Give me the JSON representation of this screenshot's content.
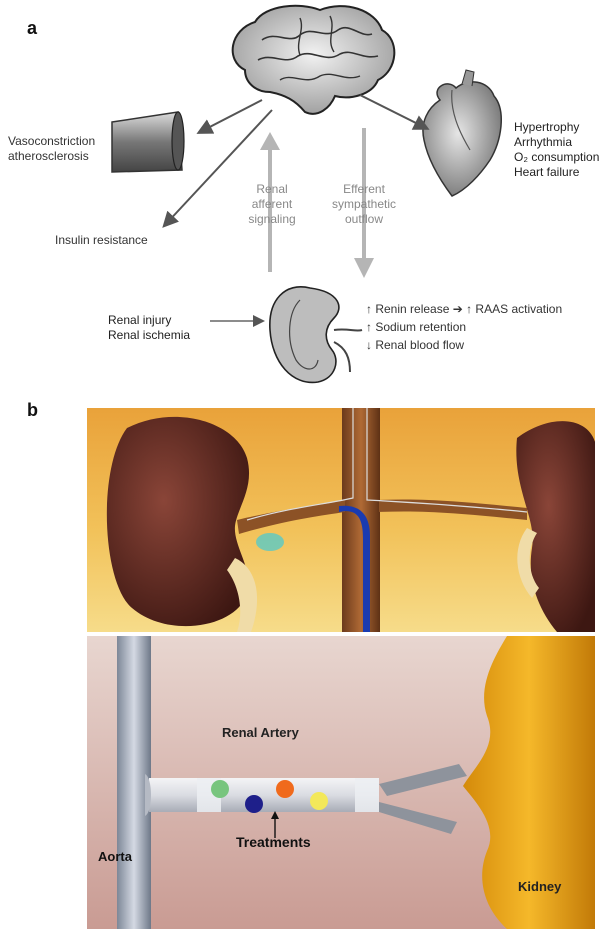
{
  "panel_a": {
    "letter": "a",
    "left_effects": {
      "vasoconstriction": [
        "Vasoconstriction",
        "atherosclerosis"
      ],
      "insulin": "Insulin resistance"
    },
    "heart_effects": [
      "Hypertrophy",
      "Arrhythmia",
      "O₂ consumption",
      "Heart failure"
    ],
    "afferent": [
      "Renal",
      "afferent",
      "signaling"
    ],
    "efferent": [
      "Efferent",
      "sympathetic",
      "outflow"
    ],
    "renal_causes": [
      "Renal injury",
      "Renal ischemia"
    ],
    "kidney_effects": [
      "↑ Renin release ➔ ↑ RAAS activation",
      "↑ Sodium retention",
      "↓ Renal blood flow"
    ]
  },
  "panel_b": {
    "letter": "b",
    "renal_artery": "Renal Artery",
    "aorta": "Aorta",
    "treatments": "Treatments",
    "kidney": "Kidney"
  }
}
